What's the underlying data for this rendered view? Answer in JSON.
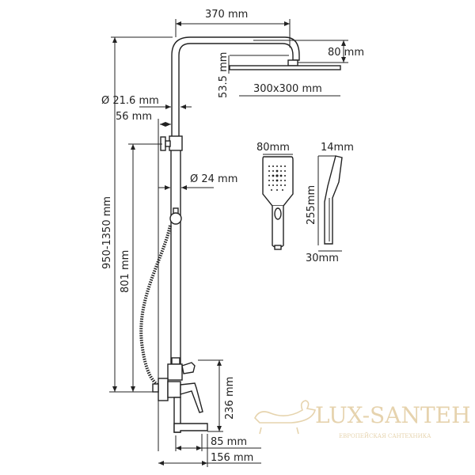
{
  "dimensions": {
    "arm_length": "370 mm",
    "head_drop": "80 mm",
    "head_thickness": "53.5 mm",
    "head_size": "300x300 mm",
    "upper_pipe_diameter": "Ø 21.6 mm",
    "bracket_offset": "56 mm",
    "lower_pipe_diameter": "Ø 24 mm",
    "total_height": "950-1350 mm",
    "mixer_height": "801 mm",
    "mixer_depth": "236 mm",
    "spout_length": "85 mm",
    "mixer_projection": "156 mm",
    "hand_shower_width": "80mm",
    "hand_shower_thickness": "14mm",
    "hand_shower_length": "255mm",
    "handle_thickness": "30mm"
  },
  "watermark": {
    "brand": "LUX-SANTEH",
    "tagline": "ЕВРОПЕЙСКАЯ САНТЕХНИКА",
    "color": "#e2cca0"
  },
  "colors": {
    "line": "#222222"
  }
}
